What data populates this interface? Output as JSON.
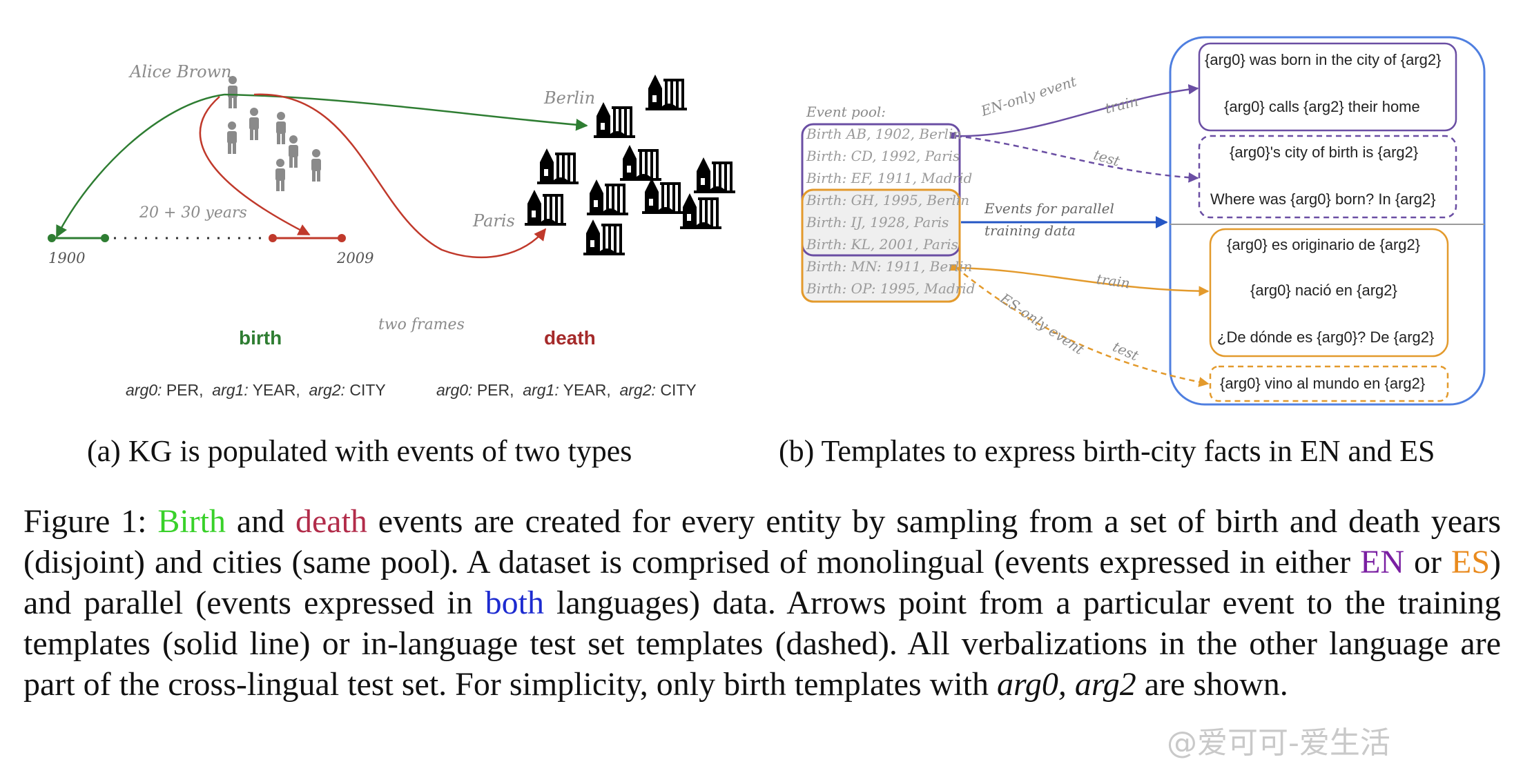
{
  "panel_a": {
    "person_name": "Alice Brown",
    "years_note": "20 + 30 years",
    "year_start": "1900",
    "year_end": "2009",
    "city_berlin": "Berlin",
    "city_paris": "Paris",
    "frames_note": "two frames",
    "birth_label": "birth",
    "death_label": "death",
    "birth_args": {
      "a0": "arg0:",
      "v0": " PER,",
      "a1": "arg1:",
      "v1": " YEAR,",
      "a2": "arg2:",
      "v2": " CITY"
    },
    "death_args": {
      "a0": "arg0:",
      "v0": " PER,",
      "a1": "arg1:",
      "v1": " YEAR,",
      "a2": "arg2:",
      "v2": " CITY"
    },
    "subcaption": "(a) KG is populated with events of two types"
  },
  "panel_b": {
    "pool_title": "Event pool:",
    "pool_items": [
      "Birth AB, 1902, Berlin",
      "Birth: CD, 1992, Paris",
      "Birth: EF, 1911, Madrid",
      "Birth: GH, 1995, Berlin",
      "Birth: IJ, 1928, Paris",
      "Birth: KL, 2001, Paris",
      "Birth: MN: 1911, Berlin",
      "Birth: OP: 1995, Madrid"
    ],
    "en_only": "EN-only event",
    "es_only": "ES-only event",
    "train1": "train",
    "test1": "test",
    "train2": "train",
    "test2": "test",
    "parallel_1": "Events for parallel",
    "parallel_2": "training data",
    "en_train": [
      "{arg0} was born in the city of {arg2}",
      "{arg0} calls {arg2} their home"
    ],
    "en_test": [
      "{arg0}'s city of birth is {arg2}",
      "Where was {arg0} born? In {arg2}"
    ],
    "es_train": [
      "{arg0} es originario de {arg2}",
      "{arg0} nació en {arg2}",
      "¿De dónde es {arg0}? De {arg2}"
    ],
    "es_test": [
      "{arg0} vino al mundo en {arg2}"
    ],
    "subcaption": "(b) Templates to express birth-city facts in EN and ES"
  },
  "caption": {
    "p1": "Figure 1: ",
    "birth": "Birth",
    "p2": " and ",
    "death": "death",
    "p3": " events are created for every entity by sampling from a set of birth and death years (disjoint) and cities (same pool).  A dataset is comprised of monolingual (events expressed in either ",
    "en": "EN",
    "p4": " or ",
    "es": "ES",
    "p5": ") and parallel (events expressed in ",
    "both": "both",
    "p6": " languages) data.  Arrows point from a particular event to the training templates (solid line) or in-language test set templates (dashed). All verbalizations in the other language are part of the cross-lingual test set. For simplicity, only birth templates with ",
    "args": "arg0, arg2",
    "p7": " are shown."
  },
  "watermark": "@爱可可-爱生活",
  "colors": {
    "green": "#2e7d32",
    "red": "#c0392b",
    "purple": "#6a4ea3",
    "orange": "#e39a2c",
    "blue": "#2456c4",
    "frame_blue": "#4f7fe0"
  }
}
